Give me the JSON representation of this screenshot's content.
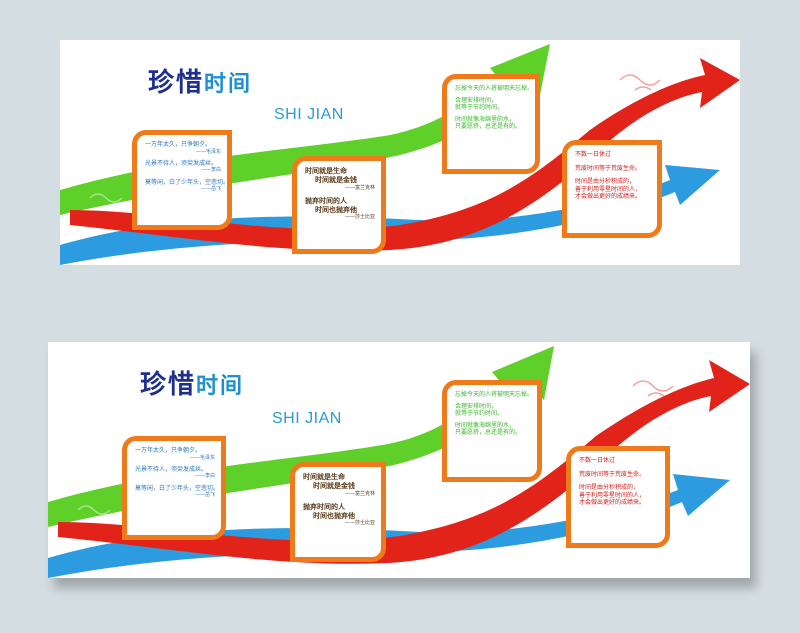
{
  "panels": [
    {
      "title_main": "珍惜",
      "title_accent": "时间",
      "subtitle": "SHI JIAN",
      "card1": [
        {
          "quote": "一万年太久，只争朝夕。",
          "author": "——毛泽东"
        },
        {
          "quote": "光景不待人，须臾发成丝。",
          "author": "——李白"
        },
        {
          "quote": "莫等闲，白了少年头，空悲切。",
          "author": "——岳飞"
        }
      ],
      "card2": [
        {
          "line1": "时间就是生命",
          "line2": "时间就是金钱",
          "author": "——富兰克林"
        },
        {
          "line1": "抛弃时间的人",
          "line2": "时间也抛弃他",
          "author": "——莎士比亚"
        }
      ],
      "card3": [
        "忘掉今天的人将被明天忘掉。",
        "合理安排时间，",
        "就等于节约时间。",
        "时间就像海绵里的水，",
        "只要愿挤，总还是有的。"
      ],
      "card4": [
        "不数一日休过",
        "荒废时间等于荒废生命。",
        "时间是由分秒积成的，",
        "善于利用零星时间的人，",
        "才会做出更好的成绩来。"
      ]
    }
  ],
  "colors": {
    "card_border": "#ef7a1a",
    "arrow_green": "#5fcf2a",
    "arrow_red": "#e2231a",
    "arrow_blue": "#2c9be0",
    "title_dark": "#1e2f8f",
    "title_light": "#1f8fd0"
  }
}
